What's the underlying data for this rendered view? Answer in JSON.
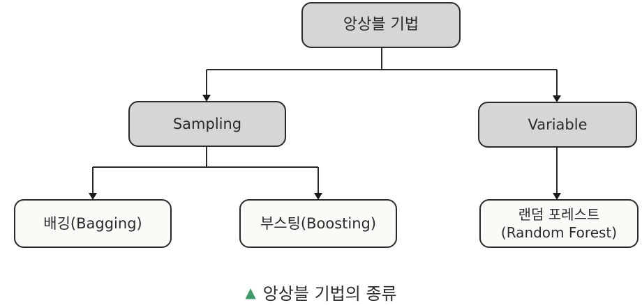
{
  "diagram": {
    "root": "앙상블 기법",
    "sampling": "Sampling",
    "variable": "Variable",
    "bagging": "배깅(Bagging)",
    "boosting": "부스팅(Boosting)",
    "random_forest_line1": "랜덤 포레스트",
    "random_forest_line2": "(Random Forest)"
  },
  "caption": {
    "icon": "triangle-up-icon",
    "text": "앙상블 기법의 종류",
    "icon_color": "#3f9a6a"
  },
  "colors": {
    "box_gray": "#d6d6d6",
    "box_white": "#fafaf7",
    "stroke": "#2a2a2a"
  }
}
